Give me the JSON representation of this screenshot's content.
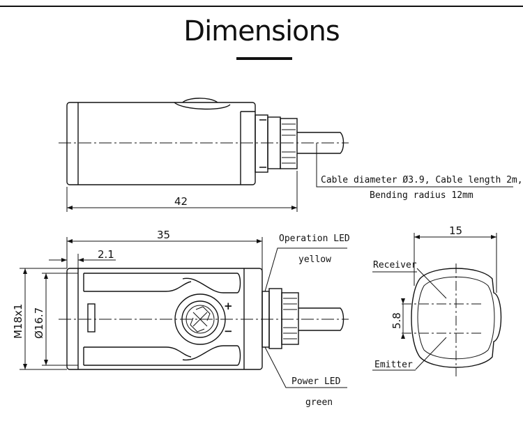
{
  "title": "Dimensions",
  "top_view": {
    "length": "42",
    "cable_note_line1": "Cable diameter Ø3.9, Cable length 2m,",
    "cable_note_line2": "Bending radius 12mm"
  },
  "side_view": {
    "length": "35",
    "offset": "2.1",
    "thread": "M18x1",
    "diameter": "Ø16.7",
    "operation_led": "Operation LED",
    "operation_led_color": "yellow",
    "power_led": "Power LED",
    "power_led_color": "green",
    "plus": "+",
    "minus": "−"
  },
  "front_view": {
    "width": "15",
    "spacing": "5.8",
    "receiver": "Receiver",
    "emitter": "Emitter"
  }
}
